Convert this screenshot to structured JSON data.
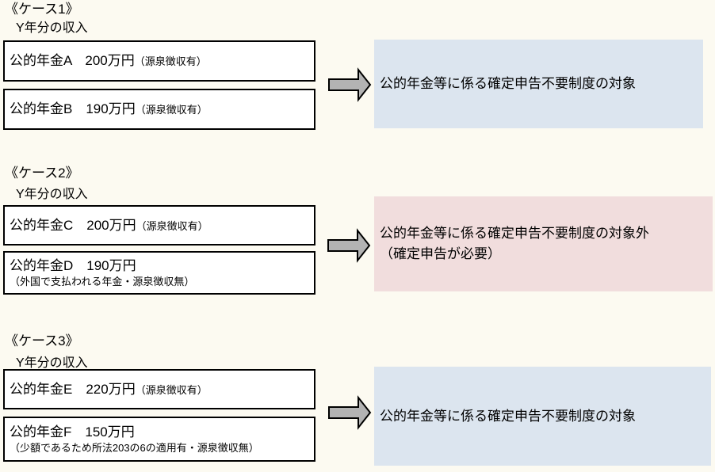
{
  "page": {
    "background": "#FCFAF1"
  },
  "colors": {
    "result_blue": "#DCE5EF",
    "result_pink": "#F1DDDD",
    "arrow_fill": "#B3B3B3",
    "box_border": "#000000"
  },
  "arrow_icon": "right-block-arrow",
  "cases": [
    {
      "title": "《ケース1》",
      "subtitle": "Y年分の収入",
      "boxes": [
        {
          "main": "公的年金A　200万円",
          "note_inline": "（源泉徴収有）"
        },
        {
          "main": "公的年金B　190万円",
          "note_inline": "（源泉徴収有）"
        }
      ],
      "result": {
        "line1": "公的年金等に係る確定申告不要制度の対象",
        "background": "#DCE5EF"
      }
    },
    {
      "title": "《ケース2》",
      "subtitle": "Y年分の収入",
      "boxes": [
        {
          "main": "公的年金C　200万円",
          "note_inline": "（源泉徴収有）"
        },
        {
          "main": "公的年金D　190万円",
          "note_below": "（外国で支払われる年金・源泉徴収無）"
        }
      ],
      "result": {
        "line1": "公的年金等に係る確定申告不要制度の対象外",
        "line2": "（確定申告が必要）",
        "background": "#F1DDDD"
      }
    },
    {
      "title": "《ケース3》",
      "subtitle": "Y年分の収入",
      "boxes": [
        {
          "main": "公的年金E　220万円",
          "note_inline": "（源泉徴収有）"
        },
        {
          "main": "公的年金F　150万円",
          "note_below": "（少額であるため所法203の6の適用有・源泉徴収無）"
        }
      ],
      "result": {
        "line1": "公的年金等に係る確定申告不要制度の対象",
        "background": "#DCE5EF"
      }
    }
  ]
}
